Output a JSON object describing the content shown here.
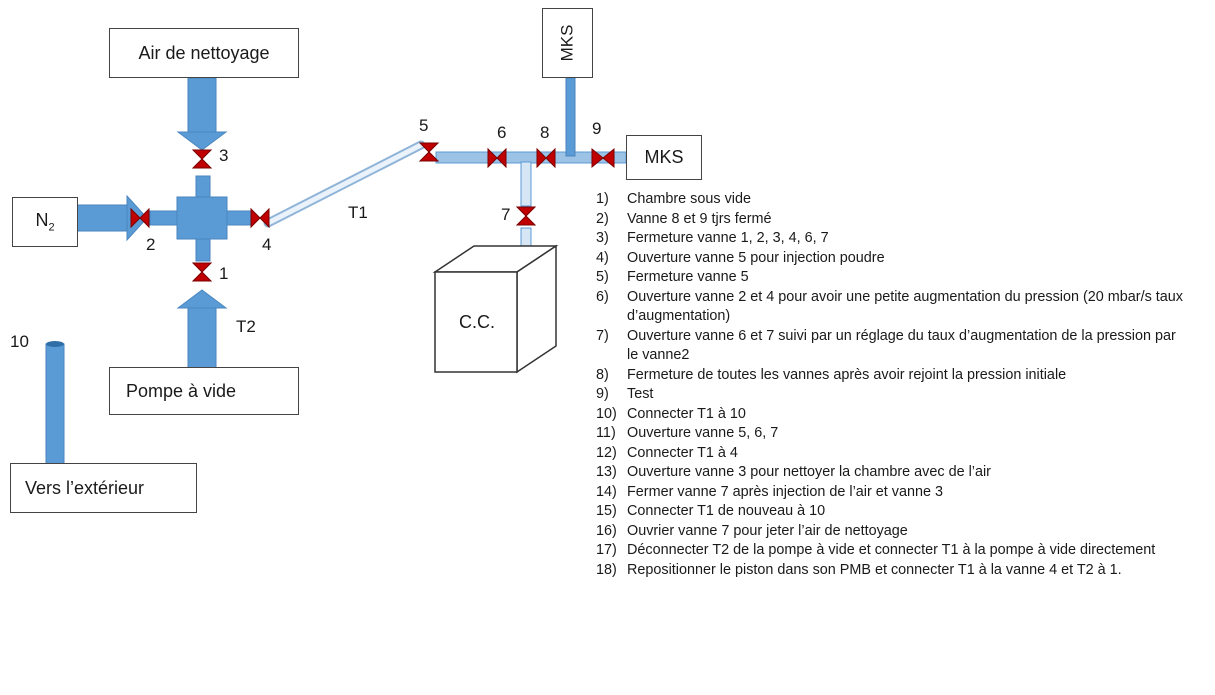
{
  "boxes": {
    "air": "Air de nettoyage",
    "n2": "N",
    "n2_sub": "2",
    "pompe": "Pompe à vide",
    "vers": "Vers l’extérieur",
    "mks_top": "MKS",
    "mks_right": "MKS",
    "cc": "C.C."
  },
  "valve_labels": {
    "v1": "1",
    "v2": "2",
    "v3": "3",
    "v4": "4",
    "v5": "5",
    "v6": "6",
    "v7": "7",
    "v8": "8",
    "v9": "9",
    "v10": "10"
  },
  "tube_labels": {
    "t1": "T1",
    "t2": "T2"
  },
  "colors": {
    "pipe": "#5b9bd5",
    "pipe_edge": "#4a86c0",
    "valve": "#c00000",
    "tube_light": "#bdd7ee"
  },
  "steps": [
    {
      "num": "1)",
      "text": "Chambre sous vide"
    },
    {
      "num": "2)",
      "text": "Vanne 8 et 9 tjrs fermé"
    },
    {
      "num": "3)",
      "text": "Fermeture vanne 1, 2, 3, 4, 6, 7"
    },
    {
      "num": "4)",
      "text": "Ouverture vanne 5 pour injection poudre"
    },
    {
      "num": "5)",
      "text": "Fermeture vanne 5"
    },
    {
      "num": "6)",
      "text": "Ouverture vanne 2 et 4 pour avoir une petite augmentation du pression (20 mbar/s taux d’augmentation)"
    },
    {
      "num": "7)",
      "text": "Ouverture vanne 6 et 7 suivi par un réglage du taux d’augmentation de la pression par le vanne2"
    },
    {
      "num": "8)",
      "text": "Fermeture de toutes les vannes après avoir rejoint la pression initiale"
    },
    {
      "num": "9)",
      "text": "Test"
    },
    {
      "num": "10)",
      "text": "Connecter T1 à 10"
    },
    {
      "num": "11)",
      "text": "Ouverture vanne 5, 6, 7"
    },
    {
      "num": "12)",
      "text": "Connecter T1 à 4"
    },
    {
      "num": "13)",
      "text": "Ouverture vanne 3 pour nettoyer la chambre avec de l’air"
    },
    {
      "num": "14)",
      "text": "Fermer vanne 7 après injection de l’air et vanne 3"
    },
    {
      "num": "15)",
      "text": " Connecter T1 de nouveau à 10"
    },
    {
      "num": "16)",
      "text": "Ouvrier vanne 7 pour jeter l’air de nettoyage"
    },
    {
      "num": "17)",
      "text": "Déconnecter T2 de la pompe à vide et connecter T1 à la pompe à vide directement"
    },
    {
      "num": "18)",
      "text": "Repositionner le piston dans son PMB et connecter T1 à la vanne 4 et T2 à 1."
    }
  ]
}
